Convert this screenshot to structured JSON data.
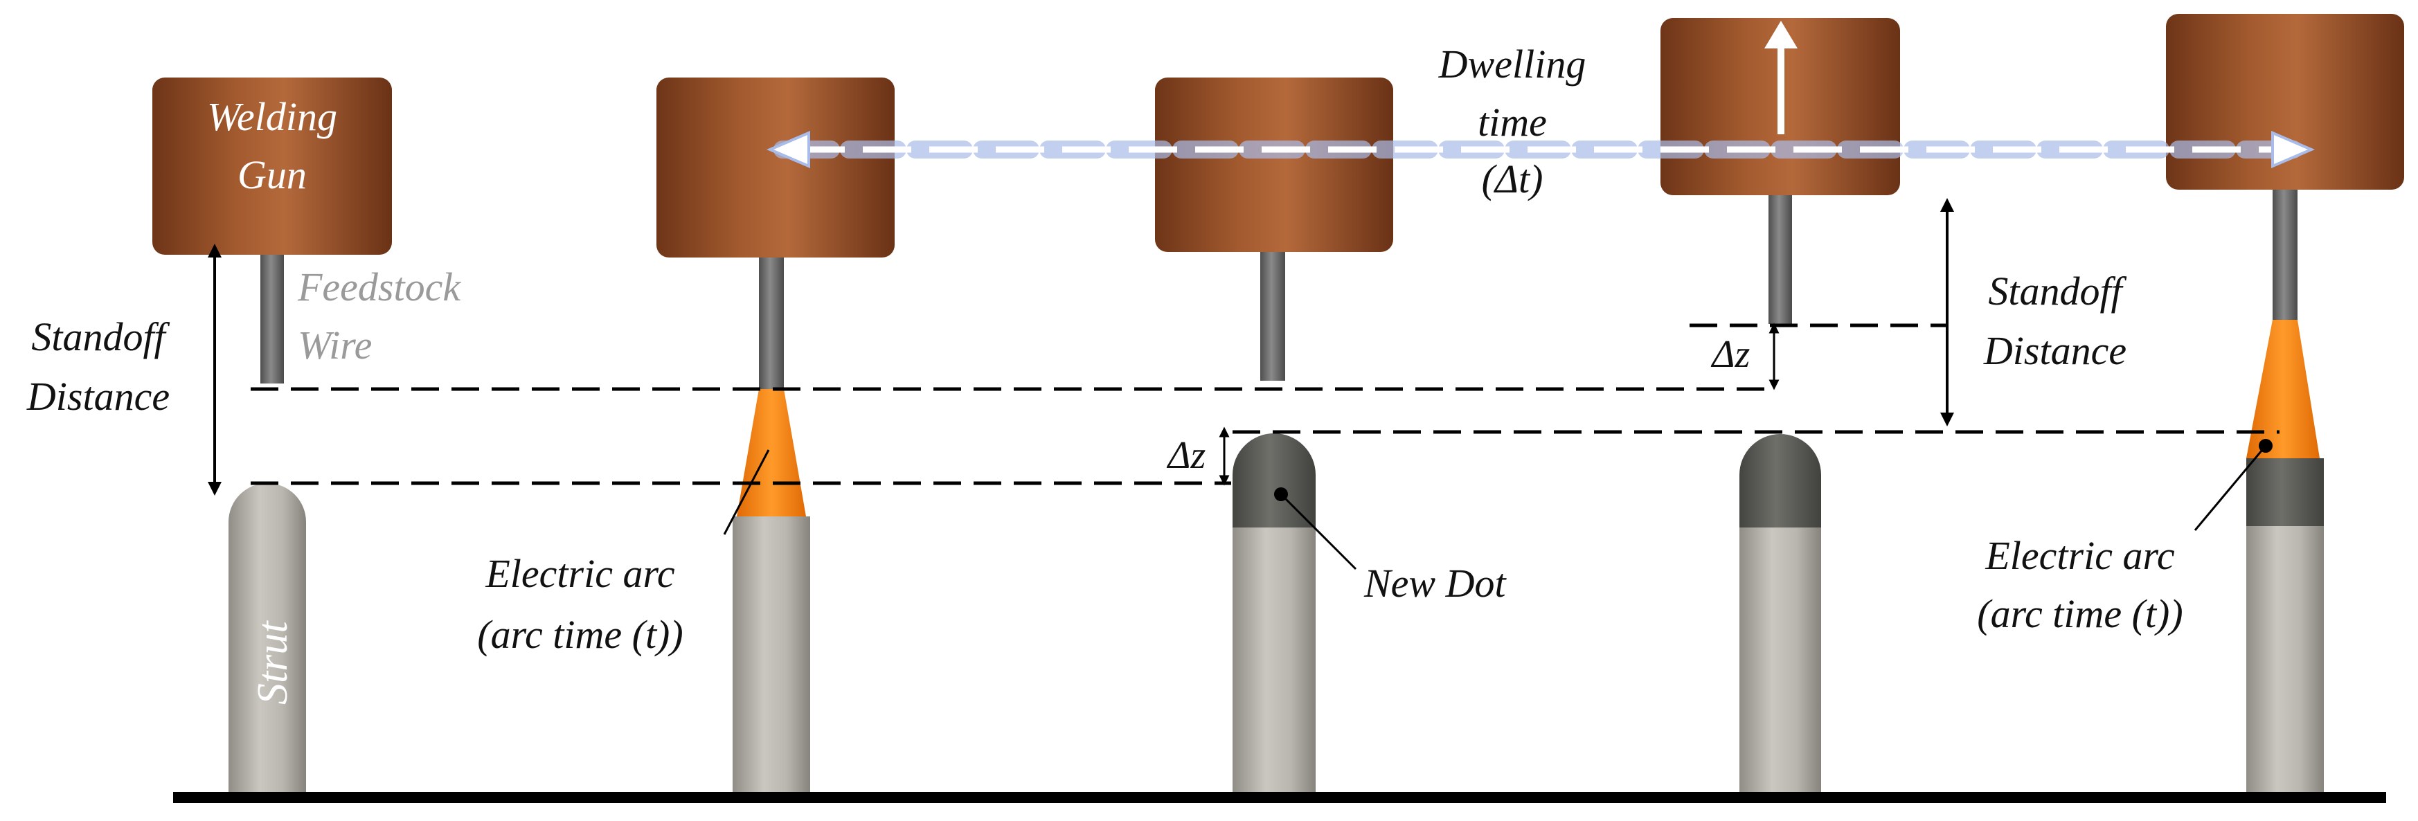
{
  "labels": {
    "welding_gun_line1": "Welding",
    "welding_gun_line2": "Gun",
    "feedstock_line1": "Feedstock",
    "feedstock_line2": "Wire",
    "standoff_left_line1": "Standoff",
    "standoff_left_line2": "Distance",
    "strut": "Strut",
    "electric_arc_1_line1": "Electric arc",
    "electric_arc_1_line2": "(arc time (t))",
    "delta_z_3": "Δz",
    "new_dot": "New Dot",
    "dwell_line1": "Dwelling",
    "dwell_line2": "time",
    "dwell_line3": "(Δt)",
    "delta_z_4": "Δz",
    "standoff_right_line1": "Standoff",
    "standoff_right_line2": "Distance",
    "electric_arc_5_line1": "Electric arc",
    "electric_arc_5_line2": "(arc time (t))"
  },
  "colors": {
    "gun_copper": "#8a4a22",
    "gun_highlight": "#b2673a",
    "wire_gray": "#6e6e6e",
    "arc_orange": "#f07a10",
    "strut_gray": "#b8b6ae",
    "dot_dark": "#5c5d58",
    "dashed_line": "#000000",
    "movement_arrow_glow": "#9fb3e8",
    "label_white": "#ffffff",
    "label_gray": "#9a9a9a",
    "label_black": "#111111"
  }
}
